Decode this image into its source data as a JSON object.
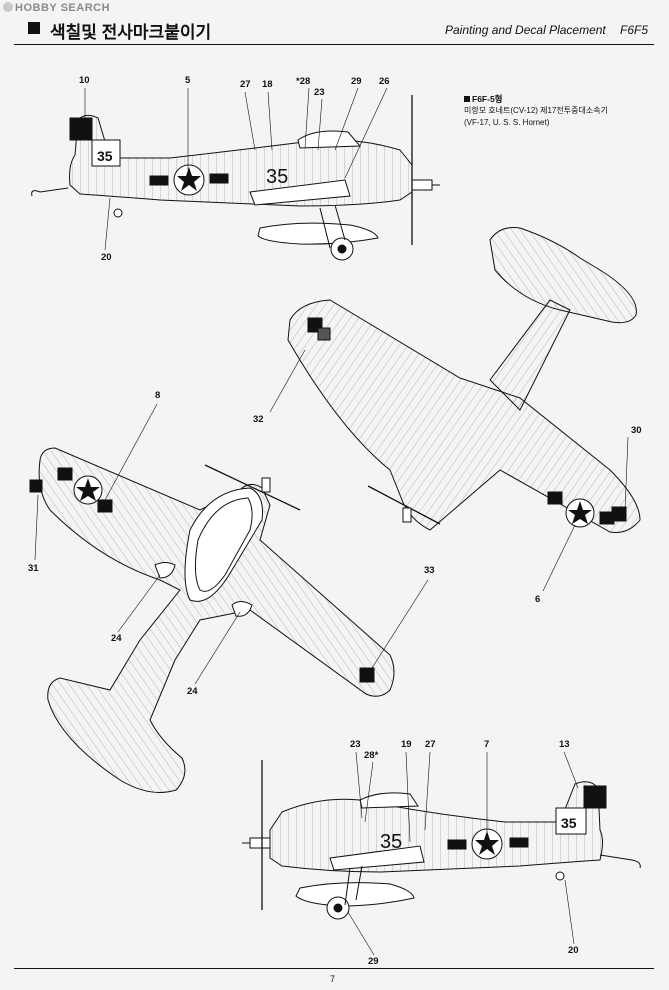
{
  "watermark": "HOBBY SEARCH",
  "header": {
    "title_ko": "색칠및 전사마크붙이기",
    "title_en": "Painting and Decal Placement",
    "model": "F6F5"
  },
  "info": {
    "variant": "F6F-5형",
    "line1": "미항모 호네트(CV-12) 제17전투중대소속기",
    "line2": "(VF-17, U. S. S. Hornet)"
  },
  "aircraft_code": "35",
  "callouts": {
    "c10": "10",
    "c5": "5",
    "c27a": "27",
    "c18": "18",
    "c28a": "*28",
    "c23a": "23",
    "c29a": "29",
    "c26": "26",
    "c20a": "20",
    "c32": "32",
    "c30": "30",
    "c6": "6",
    "c8": "8",
    "c31": "31",
    "c24a": "24",
    "c24b": "24",
    "c33": "33",
    "c23b": "23",
    "c28b": "28*",
    "c19": "19",
    "c27b": "27",
    "c7": "7",
    "c13": "13",
    "c29b": "29",
    "c20b": "20"
  },
  "page_number": "7"
}
